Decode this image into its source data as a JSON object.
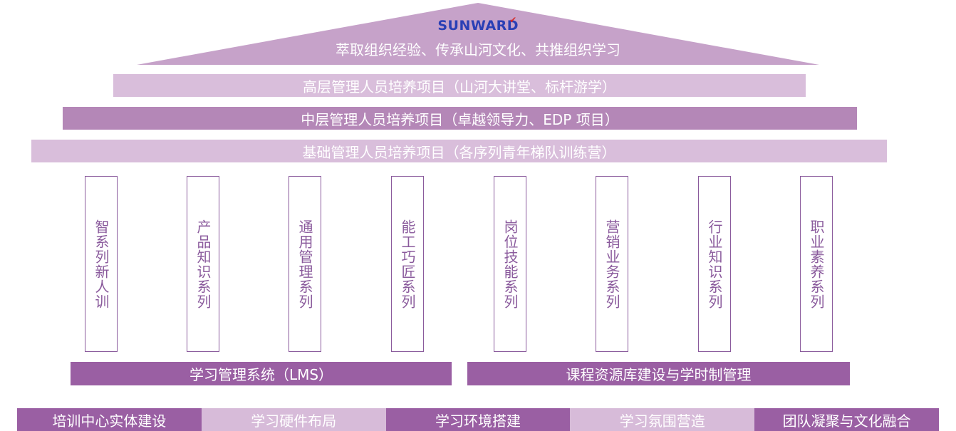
{
  "logo": {
    "text": "SUNWARD",
    "accent_mark": "✔",
    "text_color": "#2a3fb5",
    "mark_color": "#d42a2a"
  },
  "roof": {
    "text": "萃取组织经验、传承山河文化、共推组织学习",
    "color": "#c6a2c9"
  },
  "bands": [
    {
      "label": "高层管理人员培养项目（山河大讲堂、标杆游学）",
      "color": "#d9bedb"
    },
    {
      "label": "中层管理人员培养项目（卓越领导力、EDP 项目）",
      "color": "#b487b7"
    },
    {
      "label": "基础管理人员培养项目（各序列青年梯队训练营）",
      "color": "#d9bedb"
    }
  ],
  "pillars": [
    {
      "label": "智系列新人训"
    },
    {
      "label": "产品知识系列"
    },
    {
      "label": "通用管理系列"
    },
    {
      "label": "能工巧匠系列"
    },
    {
      "label": "岗位技能系列"
    },
    {
      "label": "营销业务系列"
    },
    {
      "label": "行业知识系列"
    },
    {
      "label": "职业素养系列"
    }
  ],
  "pillar_color": "#8a5a9c",
  "base_platforms": [
    {
      "label": "学习管理系统（LMS）"
    },
    {
      "label": "课程资源库建设与学时制管理"
    }
  ],
  "base_color": "#9a5fa3",
  "foundation": [
    {
      "label": "培训中心实体建设",
      "shade": "dark"
    },
    {
      "label": "学习硬件布局",
      "shade": "light"
    },
    {
      "label": "学习环境搭建",
      "shade": "dark"
    },
    {
      "label": "学习氛围营造",
      "shade": "light"
    },
    {
      "label": "团队凝聚与文化融合",
      "shade": "dark"
    }
  ]
}
